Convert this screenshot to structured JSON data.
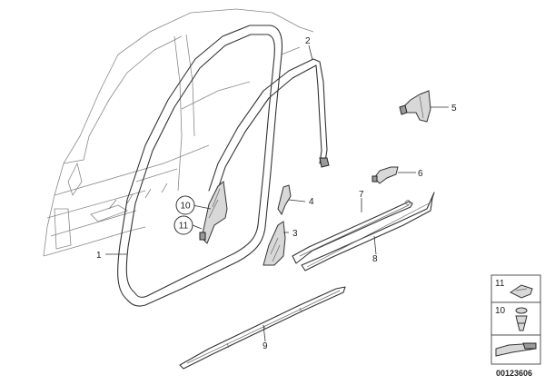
{
  "callouts": {
    "c1": "1",
    "c2": "2",
    "c3": "3",
    "c4": "4",
    "c5": "5",
    "c6": "6",
    "c7": "7",
    "c8": "8",
    "c9": "9",
    "c10_circle": "10",
    "c11_circle": "11"
  },
  "legend": {
    "item_11": "11",
    "item_10": "10"
  },
  "figure_code": "00123606"
}
